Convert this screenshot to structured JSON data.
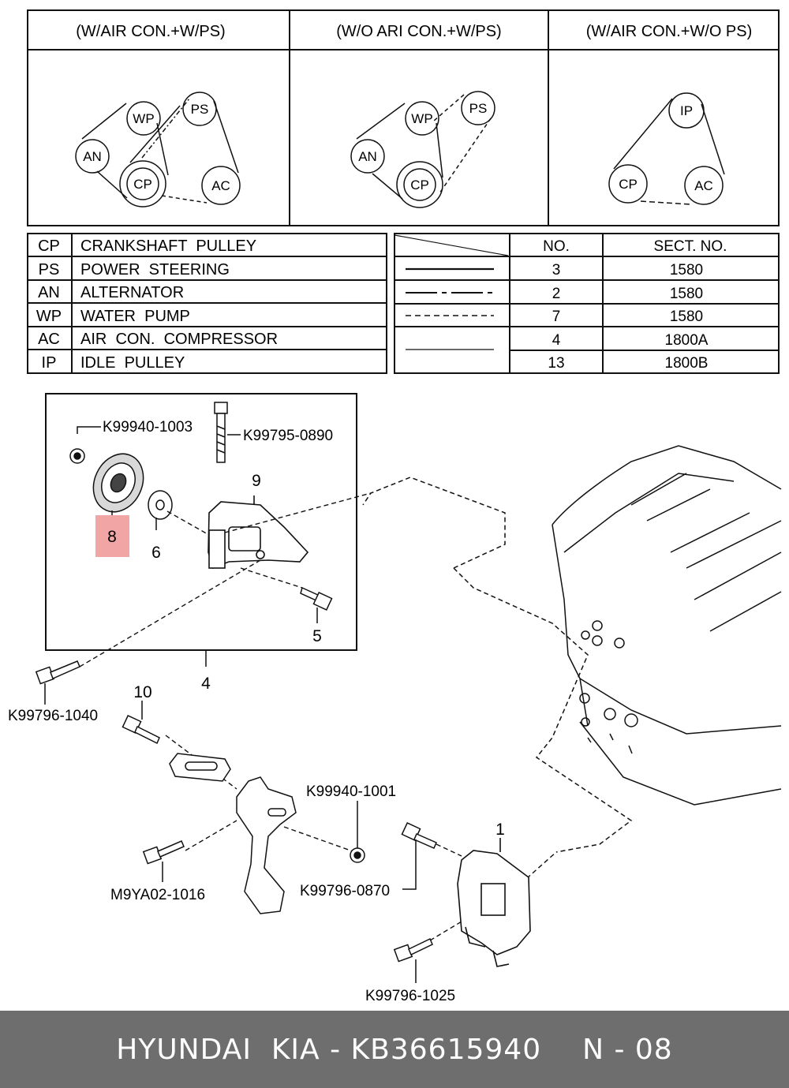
{
  "belt_layouts": [
    {
      "header": "(W/AIR CON.+W/PS)",
      "pulleys": [
        "WP",
        "PS",
        "AN",
        "CP",
        "AC"
      ]
    },
    {
      "header": "(W/O ARI CON.+W/PS)",
      "pulleys": [
        "WP",
        "PS",
        "AN",
        "CP"
      ]
    },
    {
      "header": "(W/AIR CON.+W/O PS)",
      "pulleys": [
        "IP",
        "CP",
        "AC"
      ]
    }
  ],
  "legend": [
    {
      "code": "CP",
      "name": "CRANKSHAFT  PULLEY"
    },
    {
      "code": "PS",
      "name": "POWER  STEERING"
    },
    {
      "code": "AN",
      "name": "ALTERNATOR"
    },
    {
      "code": "WP",
      "name": "WATER  PUMP"
    },
    {
      "code": "AC",
      "name": "AIR  CON.  COMPRESSOR"
    },
    {
      "code": "IP",
      "name": "IDLE  PULLEY"
    }
  ],
  "section_table": {
    "headers": {
      "no": "NO.",
      "sect": "SECT. NO."
    },
    "rows": [
      {
        "line": "solid",
        "no": "3",
        "sect": "1580"
      },
      {
        "line": "dash-dot",
        "no": "2",
        "sect": "1580"
      },
      {
        "line": "dashed",
        "no": "7",
        "sect": "1580"
      },
      {
        "line": "thin",
        "no": "4",
        "sect": "1800A"
      },
      {
        "line": "thin",
        "no": "13",
        "sect": "1800B"
      }
    ]
  },
  "callouts": {
    "n1": "1",
    "n4": "4",
    "n5": "5",
    "n6": "6",
    "n8": "8",
    "n9": "9",
    "n10": "10",
    "k99940_1003": "K99940-1003",
    "k99795_0890": "K99795-0890",
    "k99796_1040": "K99796-1040",
    "k99940_1001": "K99940-1001",
    "m9ya02_1016": "M9YA02-1016",
    "k99796_0870": "K99796-0870",
    "k99796_1025": "K99796-1025"
  },
  "highlight_color": "#f2a5a5",
  "footer": {
    "brand": "HYUNDAI  KIA - KB36615940",
    "page": "N - 08"
  }
}
